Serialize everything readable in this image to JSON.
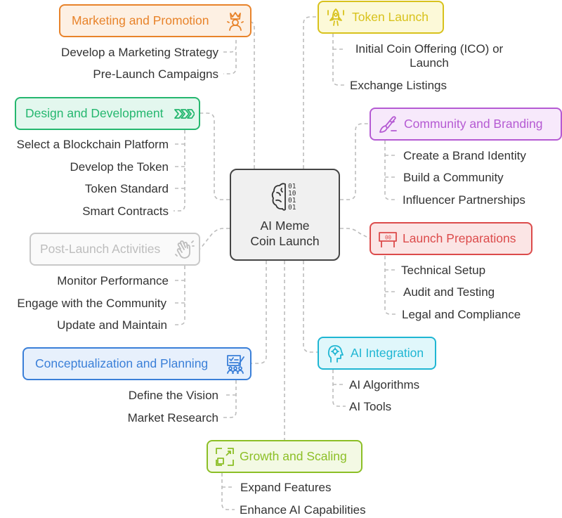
{
  "center": {
    "line1": "AI Meme",
    "line2": "Coin Launch",
    "icon": "brain-binary-icon",
    "binary": [
      "01",
      "10",
      "01",
      "01"
    ]
  },
  "colors": {
    "connector": "#bdbdbd",
    "marketing": "#e8832a",
    "token": "#d8c21c",
    "design": "#25b76f",
    "community": "#b55ad3",
    "launch_prep": "#dc4b4b",
    "post_launch": "#bdbdbd",
    "ai_integration": "#1fb6d3",
    "concept": "#3a7fd8",
    "growth": "#8cbf26"
  },
  "branches": {
    "marketing": {
      "title": "Marketing and Promotion",
      "icon": "crown-person-icon",
      "items": [
        "Develop a Marketing Strategy",
        "Pre-Launch Campaigns"
      ]
    },
    "token": {
      "title": "Token Launch",
      "icon": "rocket-coins-icon",
      "items": [
        "Initial Coin Offering (ICO) or Launch",
        "Exchange Listings"
      ],
      "item1_line1": "Initial Coin Offering (ICO) or",
      "item1_line2": "Launch"
    },
    "design": {
      "title": "Design and Development",
      "icon": "double-chevron-right-icon",
      "items": [
        "Select a Blockchain Platform",
        "Develop the Token",
        "Token Standard",
        "Smart Contracts"
      ]
    },
    "community": {
      "title": "Community and Branding",
      "icon": "brush-icon",
      "items": [
        "Create a Brand Identity",
        "Build a Community",
        "Influencer Partnerships"
      ]
    },
    "launch_prep": {
      "title": "Launch Preparations",
      "icon": "flag-board-icon",
      "items": [
        "Technical Setup",
        "Audit and Testing",
        "Legal and Compliance"
      ]
    },
    "post_launch": {
      "title": "Post-Launch Activities",
      "icon": "waving-hand-icon",
      "items": [
        "Monitor Performance",
        "Engage with the Community",
        "Update and Maintain"
      ]
    },
    "ai_integration": {
      "title": "AI Integration",
      "icon": "ai-head-gear-icon",
      "items": [
        "AI Algorithms",
        "AI Tools"
      ]
    },
    "concept": {
      "title": "Conceptualization and Planning",
      "icon": "planning-team-icon",
      "items": [
        "Define the Vision",
        "Market Research"
      ]
    },
    "growth": {
      "title": "Growth and Scaling",
      "icon": "expand-corners-icon",
      "items": [
        "Expand Features",
        "Enhance AI Capabilities"
      ]
    }
  }
}
